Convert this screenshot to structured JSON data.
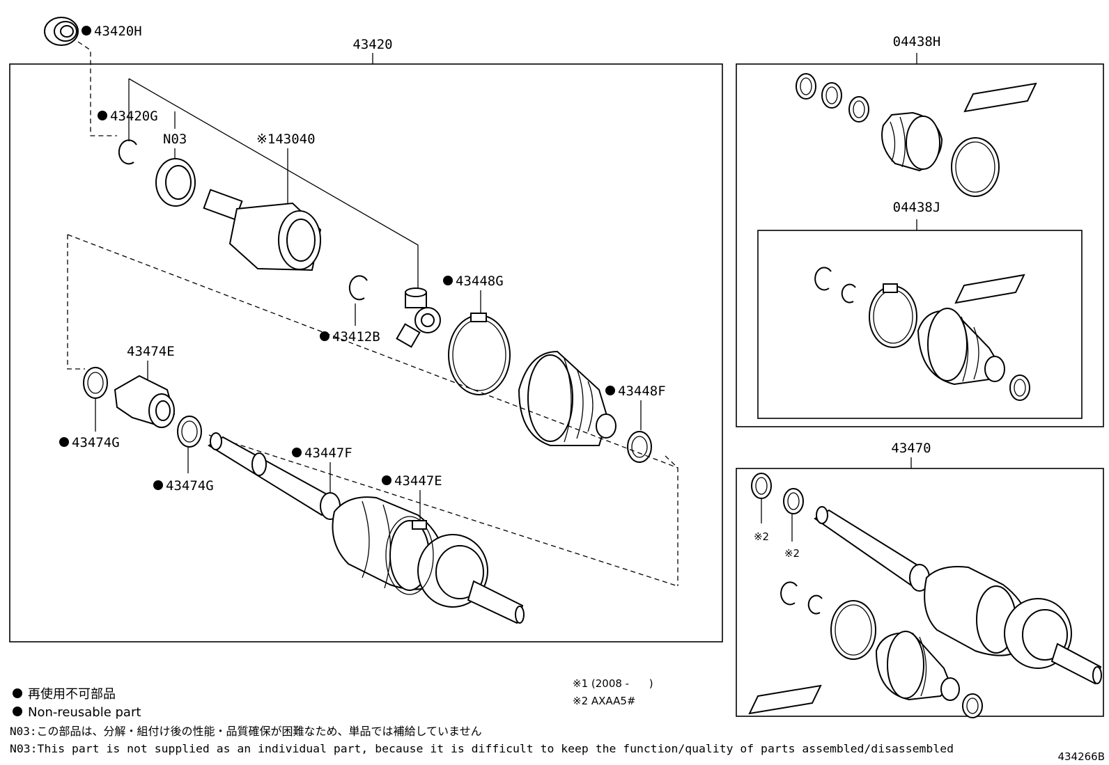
{
  "diagram_code": "434266B",
  "groups": {
    "main_assembly": "43420",
    "boot_kit_outer": "04438H",
    "boot_kit_inner": "04438J",
    "shaft_assembly": "43470"
  },
  "parts": {
    "p43420H": "43420H",
    "p43420G": "43420G",
    "pN03": "N03",
    "p43040": "※143040",
    "p43412B": "43412B",
    "p43448G": "43448G",
    "p43448F": "43448F",
    "p43474E": "43474E",
    "p43474G_a": "43474G",
    "p43474G_b": "43474G",
    "p43447F": "43447F",
    "p43447E": "43447E",
    "note_ref_a": "※2",
    "note_ref_b": "※2"
  },
  "footnotes": {
    "ref1": "※1 (2008 -      )",
    "ref2": "※2 AXAA5#"
  },
  "legend": {
    "non_reusable_ja": "再使用不可部品",
    "non_reusable_en": "Non-reusable part",
    "n03_ja": "N03:この部品は、分解・組付け後の性能・品質確保が困難なため、単品では補給していません",
    "n03_en": "N03:This part is not supplied as an individual part, because it is difficult to keep the function/quality of parts assembled/disassembled"
  }
}
